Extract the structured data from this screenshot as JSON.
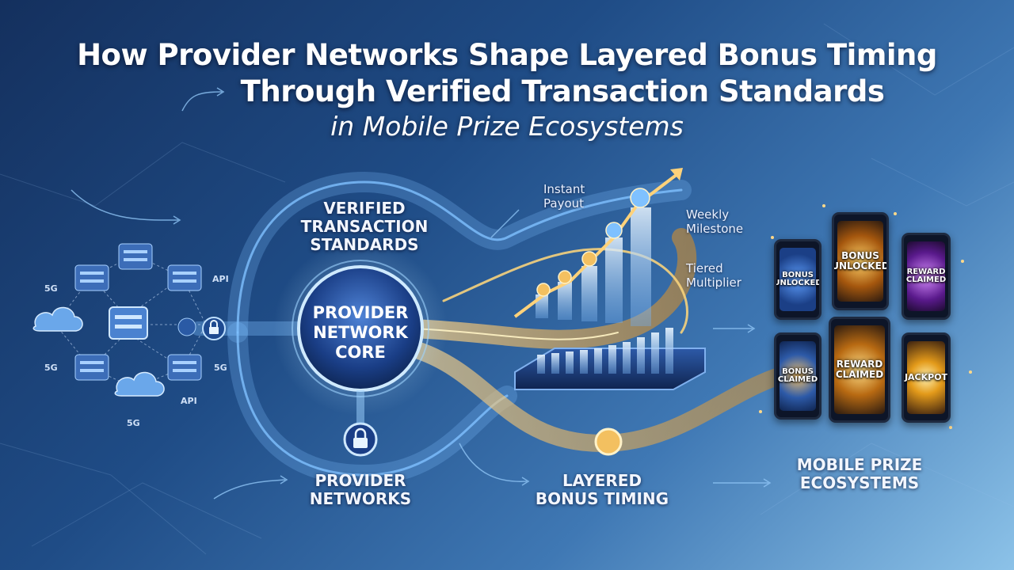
{
  "title": {
    "line1": "How Provider Networks Shape Layered Bonus Timing",
    "line2": "Through Verified Transaction Standards",
    "line3": "in Mobile Prize Ecosystems"
  },
  "labels": {
    "verified_standards": "VERIFIED\nTRANSACTION\nSTANDARDS",
    "core": "PROVIDER\nNETWORK\nCORE",
    "provider_networks": "PROVIDER\nNETWORKS",
    "layered_bonus_timing": "LAYERED\nBONUS TIMING",
    "mobile_prize_ecosystems": "MOBILE PRIZE\nECOSYSTEMS",
    "instant_payout": "Instant\nPayout",
    "weekly_milestone": "Weekly\nMilestone",
    "tiered_multiplier": "Tiered\nMultiplier"
  },
  "network_tags": {
    "tag_5g_1": "5G",
    "tag_api_1": "API",
    "tag_5g_2": "5G",
    "tag_5g_3": "5G",
    "tag_api_2": "API",
    "tag_5g_4": "5G"
  },
  "phones": [
    {
      "text": "BONUS\nUNLOCKED",
      "color": "#2f6fd0"
    },
    {
      "text": "BONUS\nUNLOCKED",
      "color": "#e59a1a"
    },
    {
      "text": "REWARD\nCLAIMED",
      "color": "#8b34c9"
    },
    {
      "text": "BONUS\nCLAIMED",
      "color": "#2f6fd0"
    },
    {
      "text": "REWARD\nCLAIMED",
      "color": "#e59a1a"
    },
    {
      "text": "JACKPOT",
      "color": "#e8a317"
    }
  ],
  "colors": {
    "blue_flow": "#6fb6ff",
    "gold_flow": "#f3c060",
    "core_glow": "#9fd3ff"
  }
}
